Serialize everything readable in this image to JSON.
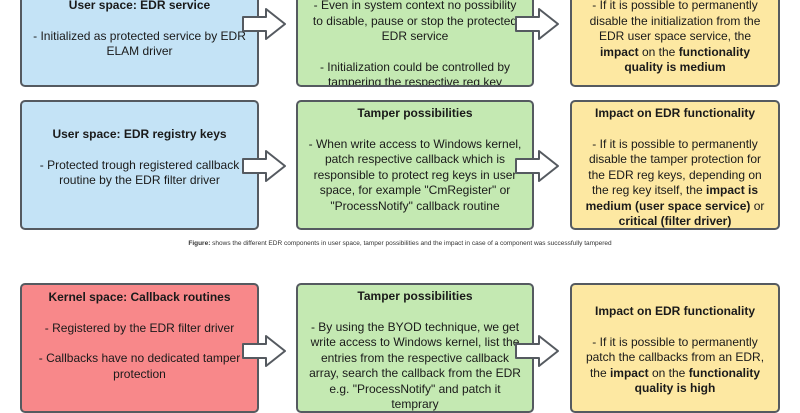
{
  "row1": {
    "left": {
      "title": "User space: EDR service",
      "lines": [
        "- Initialized as protected service by EDR ELAM driver"
      ]
    },
    "middle": {
      "lines": [
        "- Even in system context no possibility to disable, pause or stop the protected EDR service",
        "- Initialization could be controlled by tampering the respective reg key"
      ]
    },
    "right": {
      "text_before": "- If it is possible to permanently disable the initialization from the EDR user space service, the ",
      "bold_impact": "impact",
      "text_mid": " on the ",
      "bold_quality": "functionality quality is medium"
    }
  },
  "row2": {
    "left": {
      "title": "User space: EDR registry keys",
      "lines": [
        "- Protected trough registered callback routine by the EDR filter driver"
      ]
    },
    "middle": {
      "title": "Tamper possibilities",
      "lines": [
        "- When write access to Windows kernel, patch respective callback which is responsible to protect  reg keys in user space, for example \"CmRegister\" or \"ProcessNotify\" callback routine"
      ]
    },
    "right": {
      "title": "Impact on EDR functionality",
      "text_before": "- If it is possible to permanently disable the tamper protection for the EDR reg keys, depending on the reg key itself, the ",
      "bold_impact": "impact is medium (user space service)",
      "text_mid": " or ",
      "bold_quality": "critical (filter driver)"
    }
  },
  "caption": {
    "label": "Figure:",
    "text": " shows the different EDR components in user space, tamper possibilities and the impact in case of a component was successfully tampered"
  },
  "row3": {
    "left": {
      "title": "Kernel space: Callback routines",
      "lines": [
        "- Registered by the EDR filter driver",
        "- Callbacks have no dedicated tamper protection"
      ]
    },
    "middle": {
      "title": "Tamper possibilities",
      "lines": [
        "- By using the BYOD technique, we get write access to Windows kernel, list the entries from the respective callback array, search the callback from the EDR e.g. \"ProcessNotify\" and patch it temprary"
      ]
    },
    "right": {
      "title": "Impact on EDR functionality",
      "text_before": "- If it is possible to permanently patch the callbacks from an EDR, the ",
      "bold_impact": "impact",
      "text_mid": " on the ",
      "bold_quality": "functionality quality is high"
    }
  },
  "colors": {
    "blue": "#c4e3f6",
    "green": "#c4e9b2",
    "yellow": "#fde8a2",
    "red": "#f8888a",
    "border": "#555a60"
  }
}
